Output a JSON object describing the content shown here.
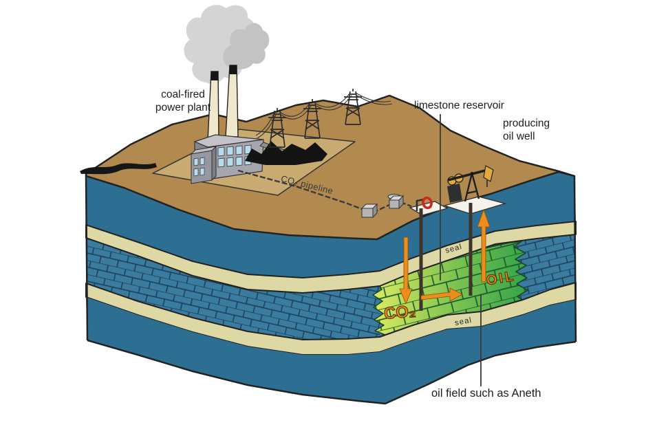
{
  "labels": {
    "power_plant_line1": "coal-fired",
    "power_plant_line2": "power plant",
    "pipeline": "CO₂ pipeline",
    "limestone_reservoir": "limestone reservoir",
    "producing_well_line1": "producing",
    "producing_well_line2": "oil well",
    "seal": "seal",
    "co2": "CO₂",
    "oil": "OIL",
    "oil_field": "oil field such as Aneth"
  },
  "colors": {
    "terrain_tan": "#b28a50",
    "plant_pad_tan": "#c9ab72",
    "aquifer_blue": "#2d6f92",
    "limestone_blue": "#3a7ba0",
    "seal_cream": "#ddd8a4",
    "reservoir_green_left": "#d9e960",
    "reservoir_green_right": "#2ba149",
    "arrow_orange": "#ef8c1e",
    "valve_red": "#cc2822",
    "smoke_gray": "#cdcdcd",
    "outline_dark": "#222222"
  }
}
